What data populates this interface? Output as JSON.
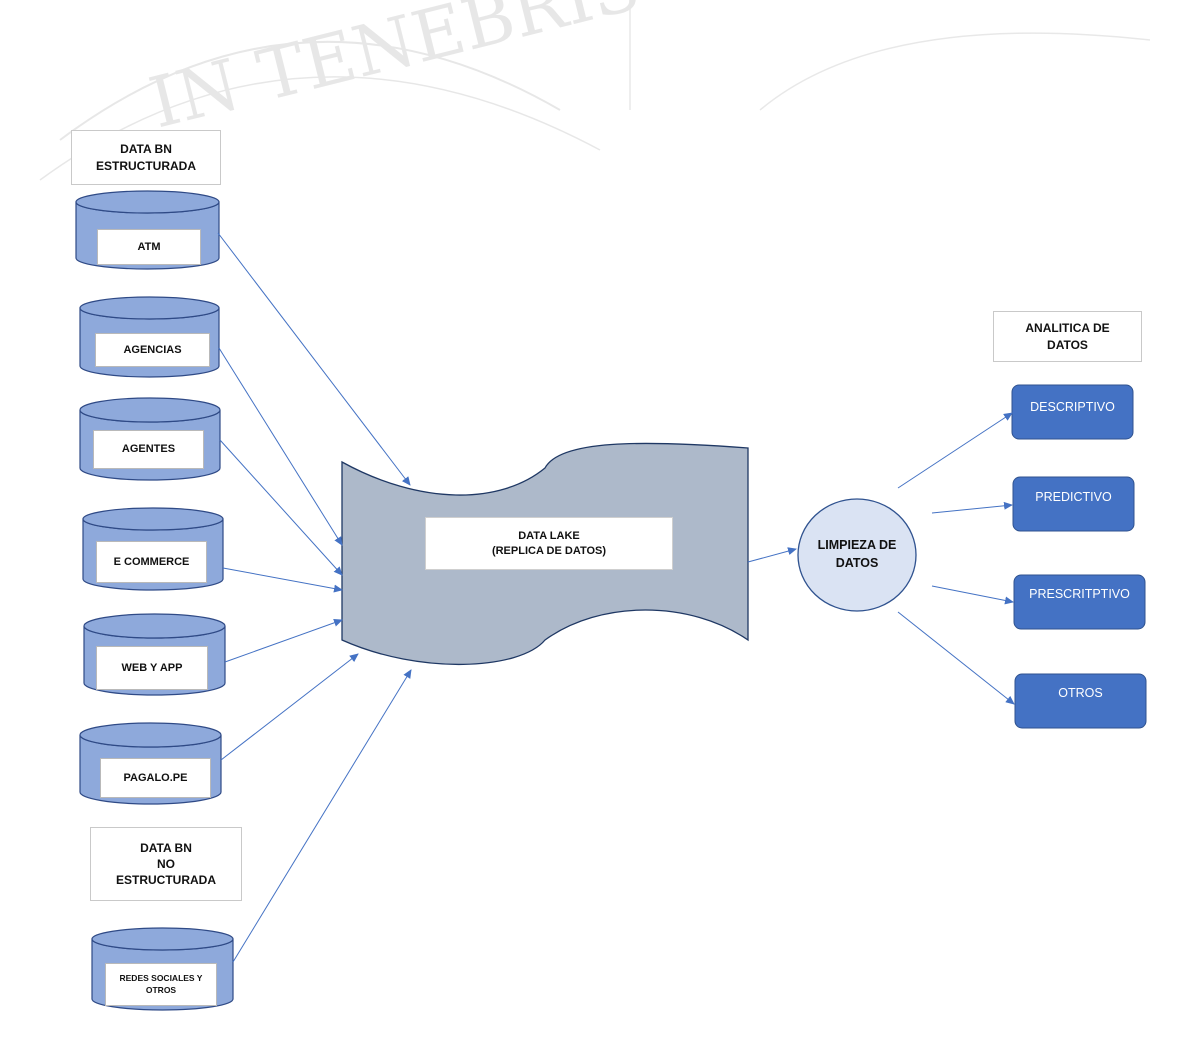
{
  "watermark": {
    "text": "IN TENEBRIS"
  },
  "groups": {
    "structured": "DATA BN\nESTRUCTURADA",
    "unstructured": "DATA BN\nNO\nESTRUCTURADA",
    "analytics": "ANALITICA DE\nDATOS"
  },
  "sources": [
    {
      "label": "ATM"
    },
    {
      "label": "AGENCIAS"
    },
    {
      "label": "AGENTES"
    },
    {
      "label": "E COMMERCE"
    },
    {
      "label": "WEB Y APP"
    },
    {
      "label": "PAGALO.PE"
    },
    {
      "label": "REDES SOCIALES Y\nOTROS"
    }
  ],
  "lake": {
    "label": "DATA LAKE\n(REPLICA DE DATOS)"
  },
  "cleaning": {
    "label": "LIMPIEZA DE\nDATOS"
  },
  "outputs": [
    {
      "label": "DESCRIPTIVO"
    },
    {
      "label": "PREDICTIVO"
    },
    {
      "label": "PRESCRITPTIVO"
    },
    {
      "label": "OTROS"
    }
  ],
  "colors": {
    "cylinder_fill": "#8EA9DB",
    "cylinder_stroke": "#2F4A86",
    "lake_fill": "#ADB9CA",
    "lake_stroke": "#1F3864",
    "cleaning_fill": "#DAE3F3",
    "output_fill": "#4472C4",
    "output_stroke": "#2F528F",
    "arrow": "#4472C4"
  }
}
